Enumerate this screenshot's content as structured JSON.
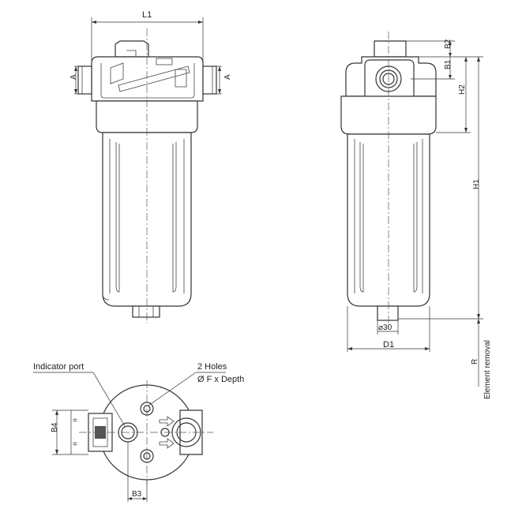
{
  "dimensions": {
    "l1": "L1",
    "a_left": "A",
    "a_right": "A",
    "b2": "B2",
    "b1": "B1",
    "h2": "H2",
    "h1": "H1",
    "d30": "⌀30",
    "d1": "D1",
    "r": "R",
    "element_removal": "Element removal",
    "b4": "B4",
    "b3": "B3"
  },
  "callouts": {
    "indicator_port": "Indicator port",
    "holes_title": "2 Holes",
    "holes_spec": "Ø F x Depth"
  },
  "symbols": {
    "equal_top": "=",
    "equal_bottom": "="
  }
}
